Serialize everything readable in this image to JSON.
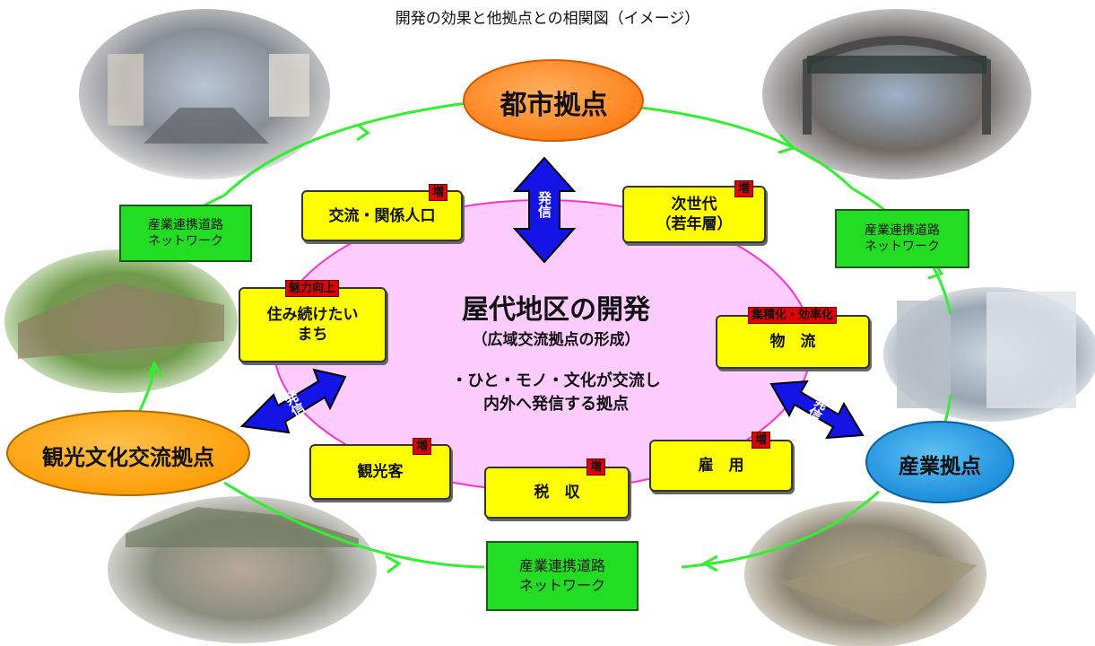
{
  "title": "開発の効果と他拠点との相関図（イメージ）",
  "center": {
    "title": "屋代地区の開発",
    "subtitle": "（広域交流拠点の形成）",
    "description_line1": "・ひと・モノ・文化が交流し",
    "description_line2": "内外へ発信する拠点"
  },
  "hubs": {
    "urban": "都市拠点",
    "industry": "産業拠点",
    "tourism": "観光文化交流拠点"
  },
  "network_label_line1": "産業連携道路",
  "network_label_line2": "ネットワーク",
  "arrow_text": "発信",
  "effects": [
    {
      "label_line1": "交流・関係人口",
      "label_line2": "",
      "tag": "増"
    },
    {
      "label_line1": "次世代",
      "label_line2": "（若年層）",
      "tag": "増"
    },
    {
      "label_line1": "住み続けたい",
      "label_line2": "まち",
      "tag": "魅力向上"
    },
    {
      "label_line1": "物　流",
      "label_line2": "",
      "tag": "集積化・効率化"
    },
    {
      "label_line1": "観光客",
      "label_line2": "",
      "tag": "増"
    },
    {
      "label_line1": "税　収",
      "label_line2": "",
      "tag": "増"
    },
    {
      "label_line1": "雇　用",
      "label_line2": "",
      "tag": "増"
    }
  ],
  "colors": {
    "ellipse_fill": "#ffccff",
    "ellipse_stroke": "#ff33cc",
    "ring": "#33ee33",
    "urban_hub": "#ff8c1a",
    "industry_hub": "#1e9be0",
    "tourism_hub": "#ffa500",
    "arrow": "#1414e6",
    "effect_box": "#ffff00",
    "tag": "#e00000",
    "network_box": "#22dd22"
  },
  "photos": [
    {
      "name": "street-photo",
      "depicts": "shopping street"
    },
    {
      "name": "onsen-gate-photo",
      "depicts": "hot spring town gate"
    },
    {
      "name": "building-photo",
      "depicts": "office building"
    },
    {
      "name": "burial-mound-photo",
      "depicts": "historic mound park"
    },
    {
      "name": "city-aerial-photo",
      "depicts": "city aerial view"
    },
    {
      "name": "land-aerial-photo",
      "depicts": "development site aerial view"
    }
  ]
}
